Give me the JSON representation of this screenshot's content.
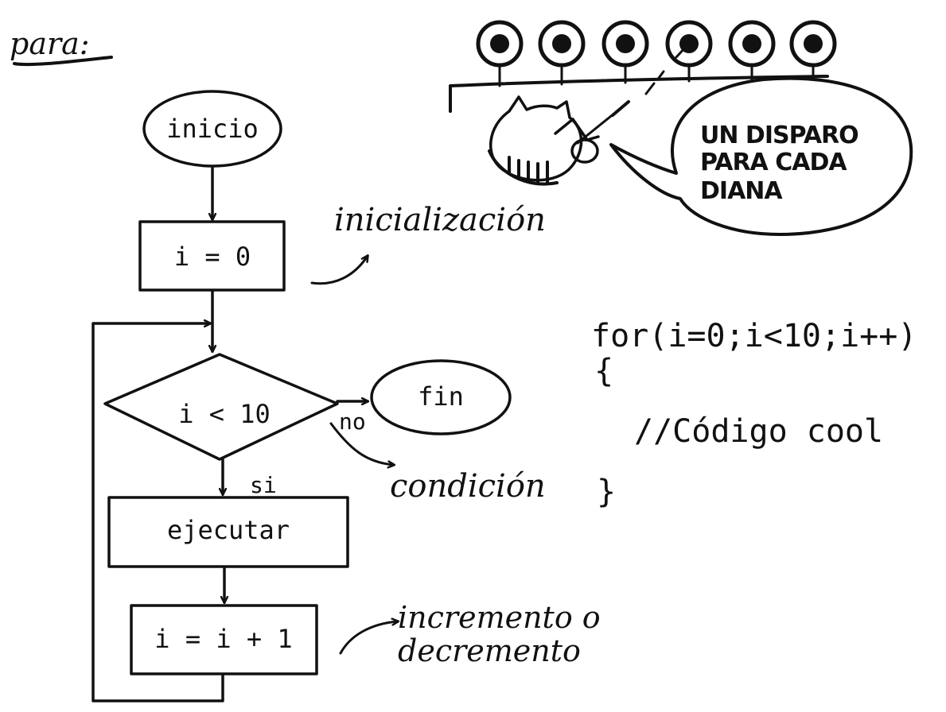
{
  "title": "para:",
  "flowchart": {
    "start": "inicio",
    "init": "i = 0",
    "condition": "i < 10",
    "end": "fin",
    "no_label": "no",
    "yes_label": "si",
    "execute": "ejecutar",
    "increment": "i = i + 1"
  },
  "annotations": {
    "init": "inicialización",
    "condition": "condición",
    "increment_line1": "incremento o",
    "increment_line2": "decremento"
  },
  "code": {
    "line1": "for(i=0;i<10;i++)",
    "line2": "{",
    "line3": "//Código cool",
    "line4": "}"
  },
  "cartoon": {
    "bubble_line1": "UN DISPARO",
    "bubble_line2": "PARA CADA",
    "bubble_line3": "DIANA"
  }
}
